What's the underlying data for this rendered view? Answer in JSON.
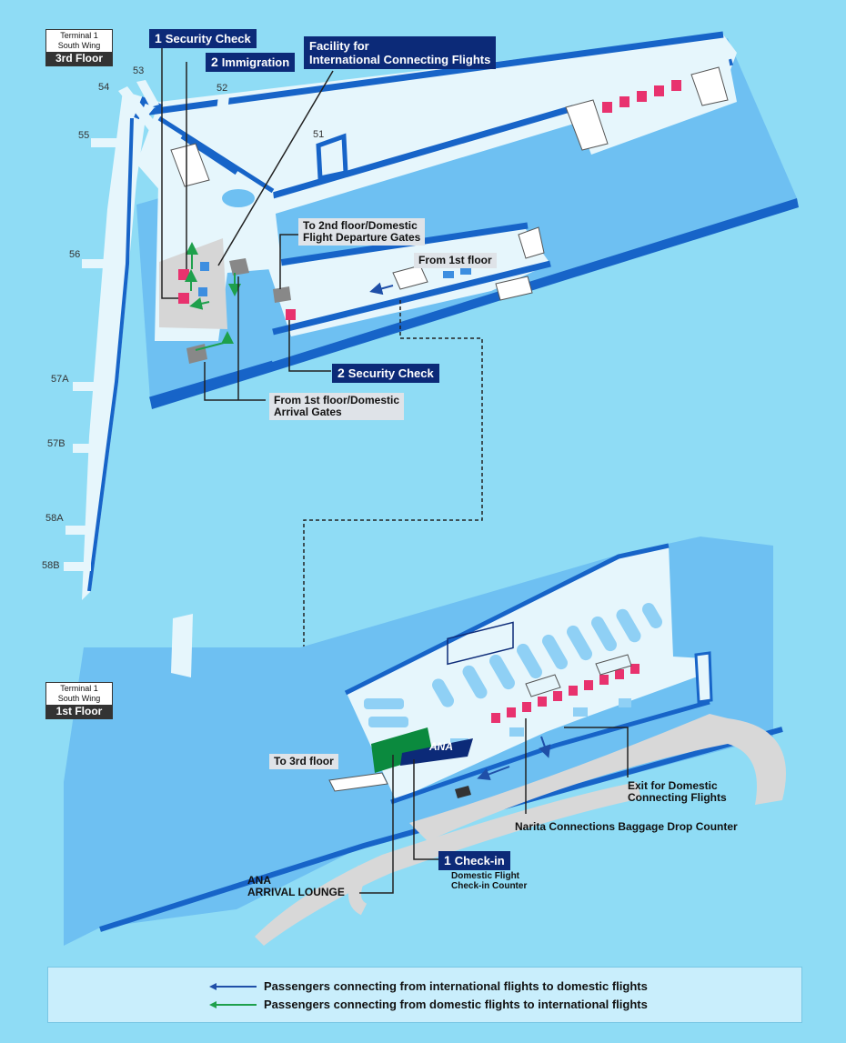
{
  "floors": {
    "upper": {
      "terminal": "Terminal 1",
      "wing": "South Wing",
      "floor": "3rd Floor"
    },
    "lower": {
      "terminal": "Terminal 1",
      "wing": "South Wing",
      "floor": "1st Floor"
    }
  },
  "gates": [
    "53",
    "54",
    "52",
    "55",
    "51",
    "56",
    "57A",
    "57B",
    "58A",
    "58B"
  ],
  "callouts": {
    "security1": {
      "num": "1",
      "text": "Security Check"
    },
    "immigration": {
      "num": "2",
      "text": "Immigration"
    },
    "facility": {
      "line1": "Facility for",
      "line2": "International Connecting Flights"
    },
    "to_2nd": {
      "line1": "To 2nd floor/Domestic",
      "line2": "Flight Departure Gates"
    },
    "from_1st": "From 1st floor",
    "security2": {
      "num": "2",
      "text": "Security Check"
    },
    "from_1st_domestic": {
      "line1": "From 1st floor/Domestic",
      "line2": "Arrival Gates"
    },
    "to_3rd": "To 3rd floor",
    "checkin": {
      "num": "1",
      "text": "Check-in"
    },
    "checkin_sub": {
      "line1": "Domestic Flight",
      "line2": "Check-in Counter"
    },
    "ana_lounge": {
      "line1": "ANA",
      "line2": "ARRIVAL LOUNGE"
    },
    "exit_domestic": {
      "line1": "Exit for Domestic",
      "line2": "Connecting Flights"
    },
    "baggage": "Narita Connections Baggage Drop Counter",
    "ana_logo": "ANA"
  },
  "legend": {
    "intl_to_dom": "Passengers connecting from international flights to domestic flights",
    "dom_to_intl": "Passengers connecting from domestic flights to international flights"
  },
  "colors": {
    "background": "#8fdcf5",
    "floor": "#e6f6fc",
    "area": "#6ec0f2",
    "wall": "#1764c8",
    "navy": "#0c2a78",
    "pink": "#e8326e",
    "green_arrow": "#1ea04c",
    "blue_arrow": "#1f4fa8",
    "lounge": "#0b8a3e"
  }
}
